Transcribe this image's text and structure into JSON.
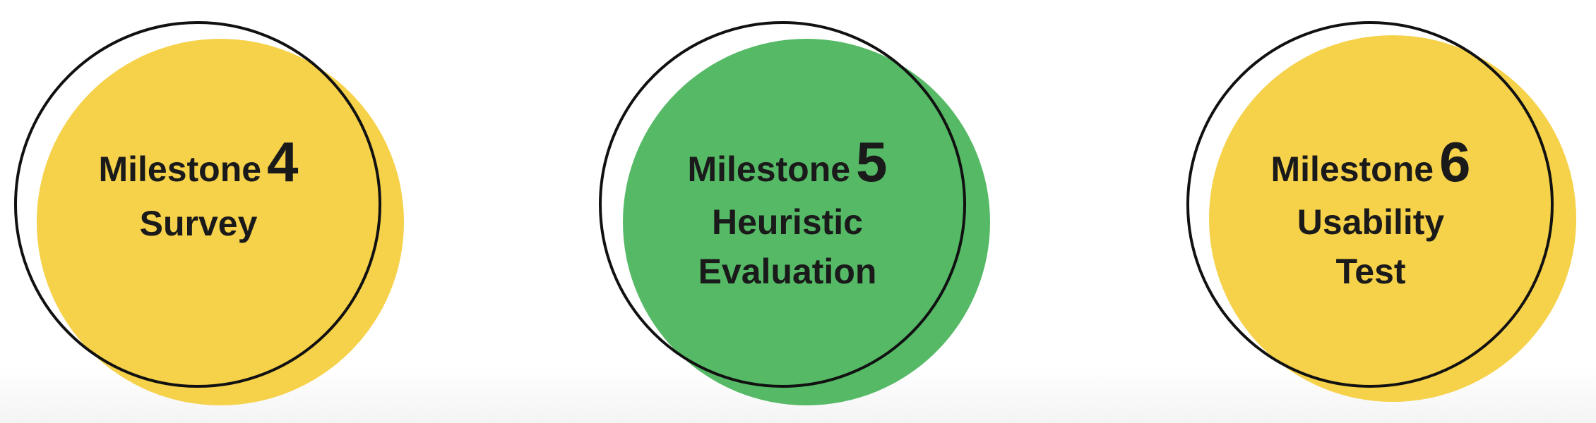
{
  "milestones": [
    {
      "word": "Milestone",
      "number": "4",
      "lines": [
        "Survey"
      ],
      "fill_color": "#f6d14a"
    },
    {
      "word": "Milestone",
      "number": "5",
      "lines": [
        "Heuristic",
        "Evaluation"
      ],
      "fill_color": "#55b966"
    },
    {
      "word": "Milestone",
      "number": "6",
      "lines": [
        "Usability",
        "Test"
      ],
      "fill_color": "#f6d14a"
    }
  ],
  "outline_color": "#111111"
}
